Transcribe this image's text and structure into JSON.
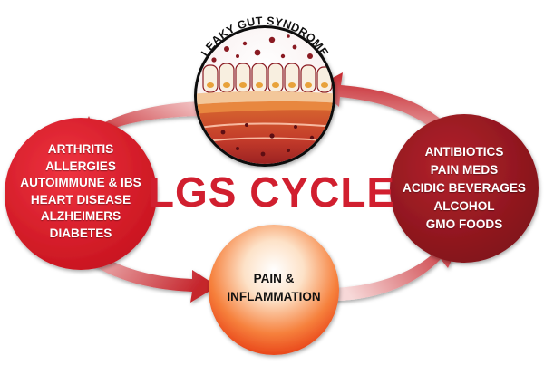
{
  "title": "LGS CYCLE",
  "center_top": {
    "label": "LEAKY GUT SYNDROME"
  },
  "causes": {
    "items": [
      "ANTIBIOTICS",
      "PAIN MEDS",
      "ACIDIC BEVERAGES",
      "ALCOHOL",
      "GMO FOODS"
    ]
  },
  "result": {
    "line1": "PAIN &",
    "line2": "INFLAMMATION"
  },
  "conditions": {
    "items": [
      "ARTHRITIS",
      "ALLERGIES",
      "AUTOIMMUNE & IBS",
      "HEART DISEASE",
      "ALZHEIMERS",
      "DIABETES"
    ]
  },
  "colors": {
    "title": "#d11f2f",
    "causes_circle": "#9c1b24",
    "conditions_circle": "#d8202f",
    "pain_circle": "#f0501f",
    "arrow": "#c5252c"
  }
}
